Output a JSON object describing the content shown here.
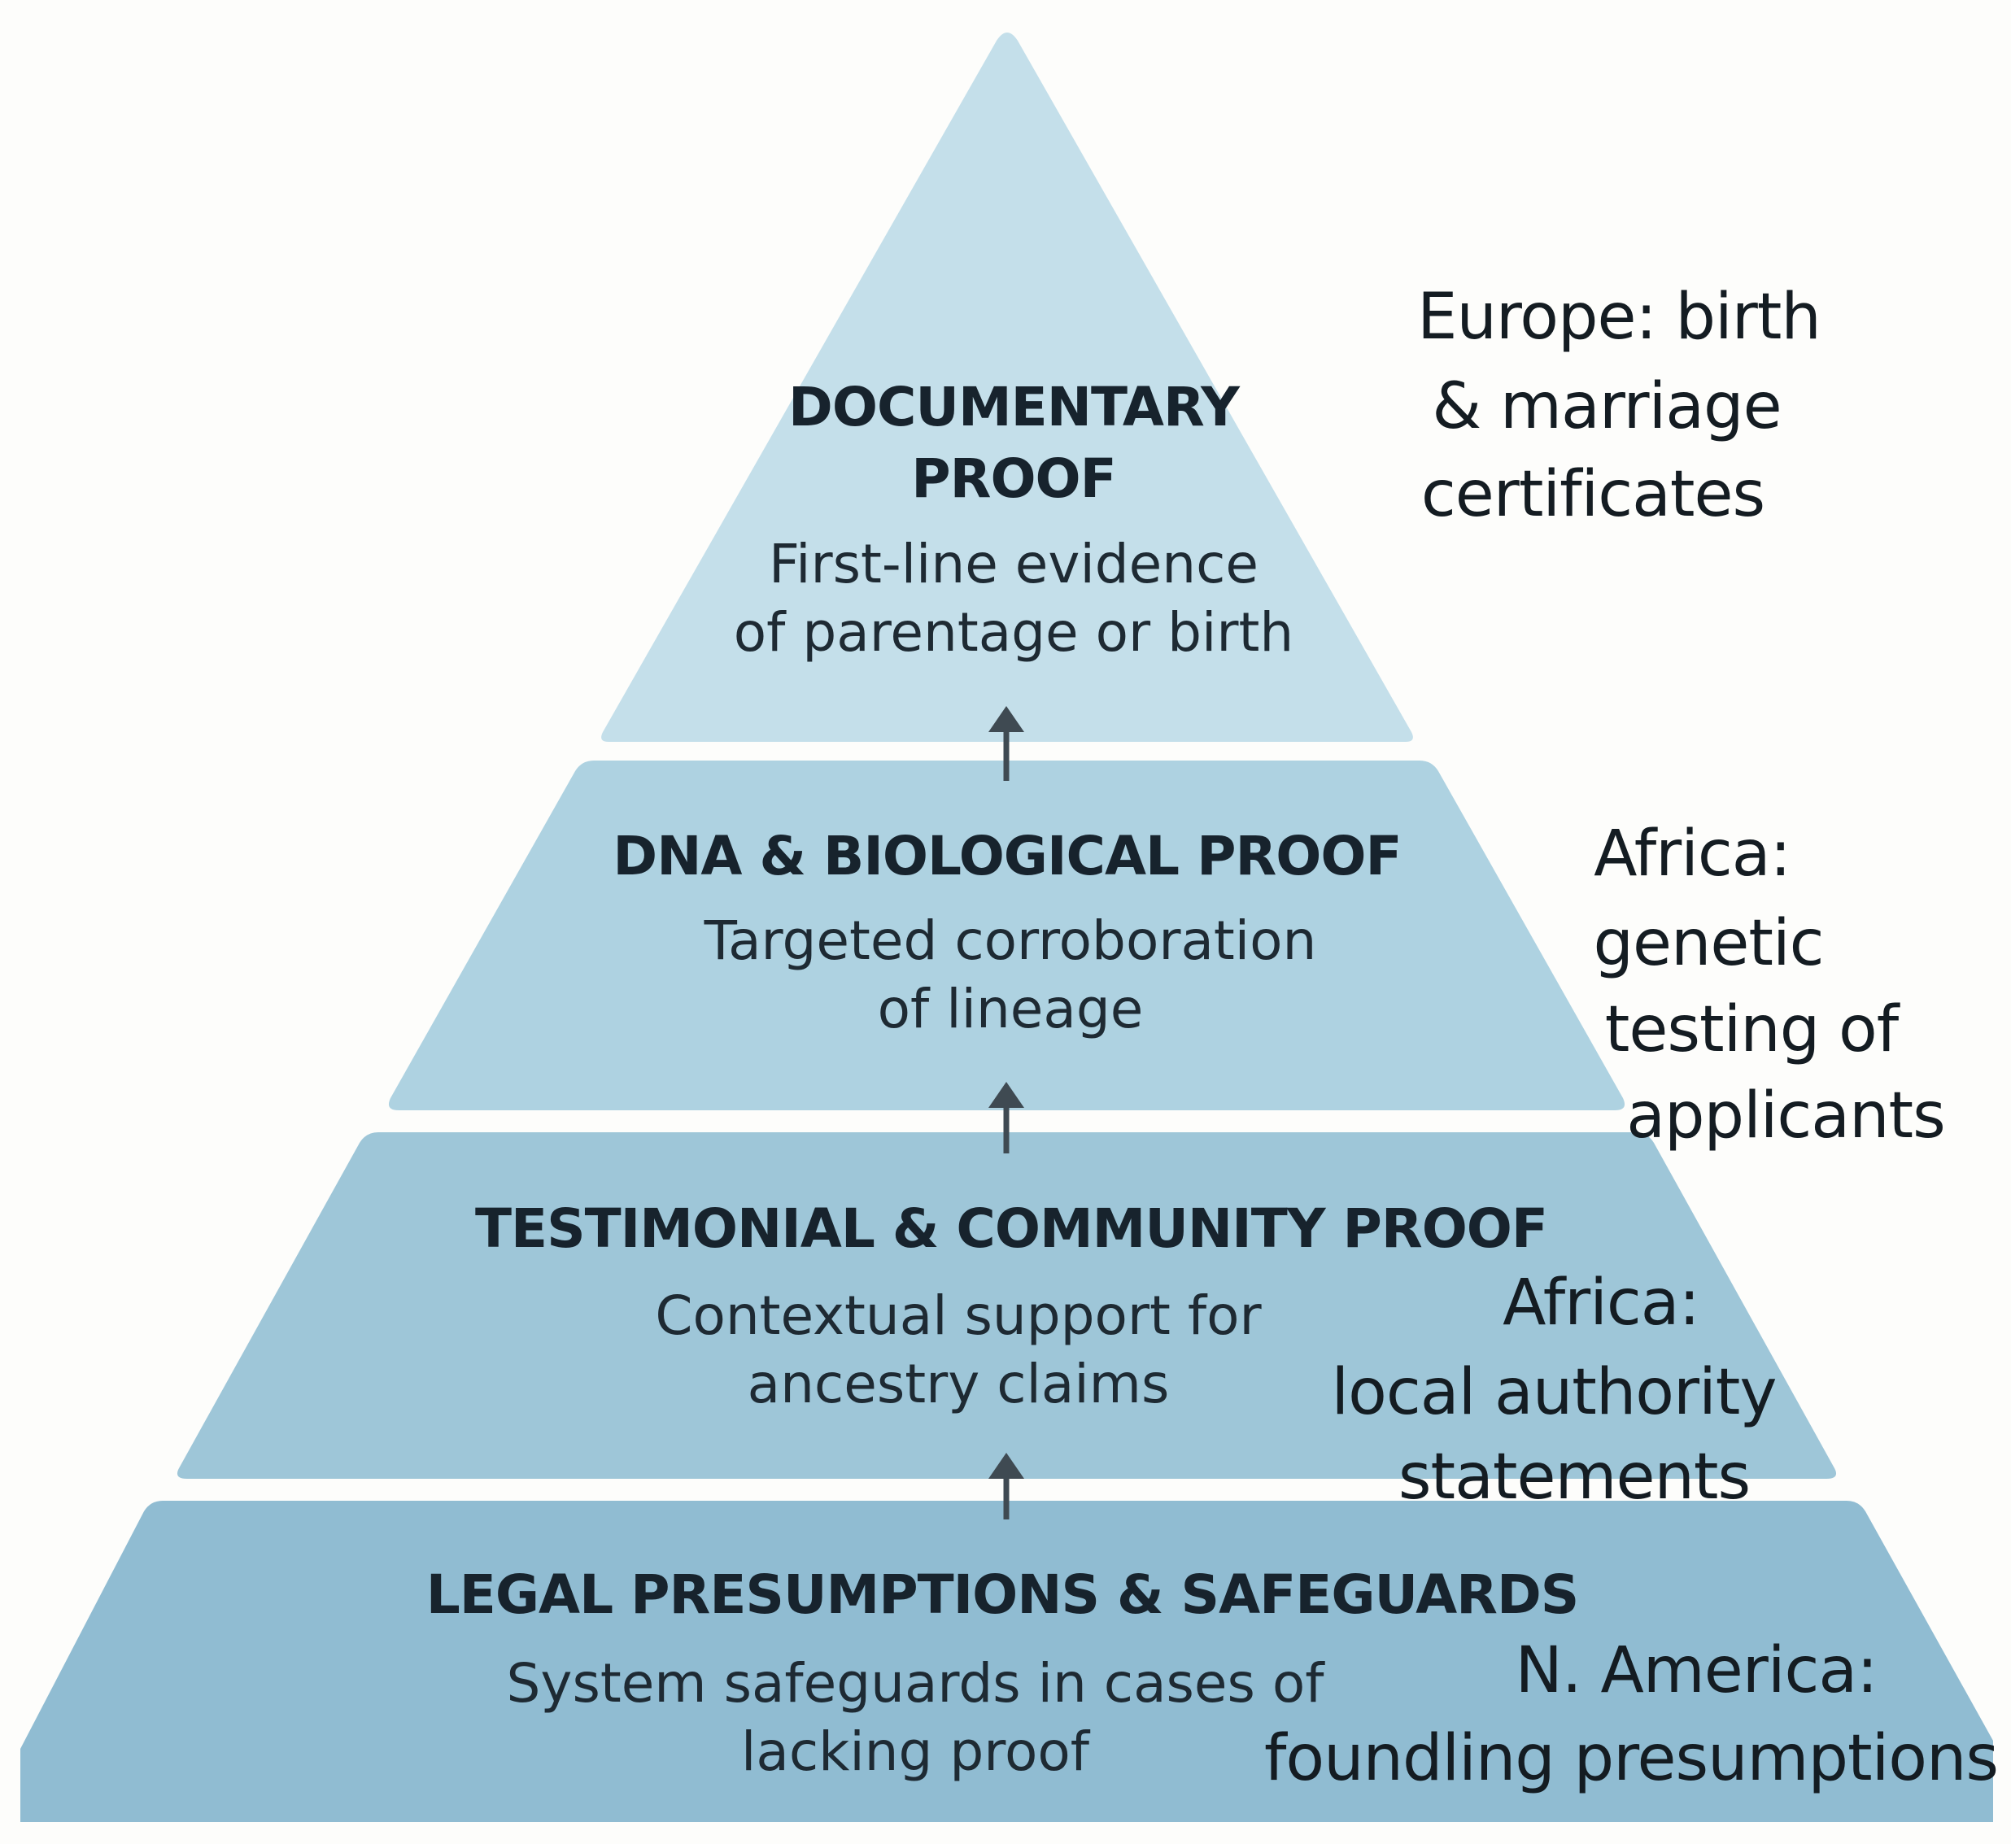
{
  "pyramid": {
    "levels": [
      {
        "title_line1": "DOCUMENTARY",
        "title_line2": "PROOF",
        "desc_line1": "First-line evidence",
        "desc_line2": "of parentage or birth",
        "note_lines": [
          "Europe:  birth",
          "& marriage",
          "certificates"
        ]
      },
      {
        "title": "DNA & BIOLOGICAL PROOF",
        "desc_line1": "Targeted corroboration",
        "desc_line2": "of lineage",
        "note_lines": [
          "Africa:",
          "genetic",
          "testing of",
          "applicants"
        ]
      },
      {
        "title": "TESTIMONIAL & COMMUNITY PROOF",
        "desc_line1": "Contextual support for",
        "desc_line2": "ancestry claims",
        "note_lines": [
          "Africa:",
          "local authority",
          "statements"
        ]
      },
      {
        "title": "LEGAL PRESUMPTIONS & SAFEGUARDS",
        "desc_line1": "System safeguards in cases of",
        "desc_line2": "lacking proof",
        "note_lines": [
          "N. America:",
          "foundling presumptions"
        ]
      }
    ]
  },
  "colors": {
    "tier1": "#c4dfea",
    "tier2": "#aed2e1",
    "tier3": "#9ec6d8",
    "tier4": "#90bcd2",
    "arrow": "#3f4a52",
    "text": "#17232d"
  },
  "icons": [
    "arrow-up-icon",
    "arrow-up-icon",
    "arrow-up-icon"
  ]
}
